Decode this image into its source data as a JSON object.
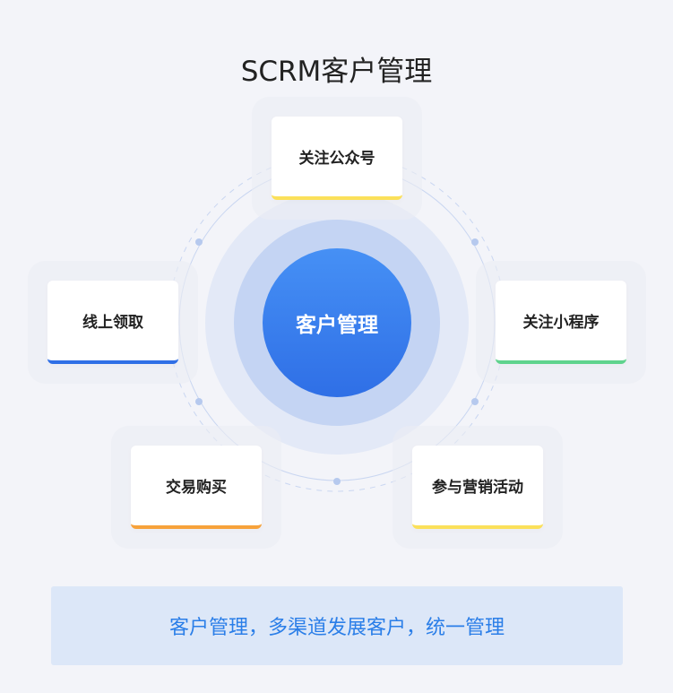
{
  "title": "SCRM客户管理",
  "center": "客户管理",
  "cards": [
    {
      "label": "关注公众号",
      "color": "#fbe05a"
    },
    {
      "label": "线上领取",
      "color": "#2f6fe6"
    },
    {
      "label": "关注小程序",
      "color": "#5fd38d"
    },
    {
      "label": "交易购买",
      "color": "#f7a23b"
    },
    {
      "label": "参与营销活动",
      "color": "#fbe05a"
    }
  ],
  "banner": "客户管理，多渠道发展客户，统一管理"
}
